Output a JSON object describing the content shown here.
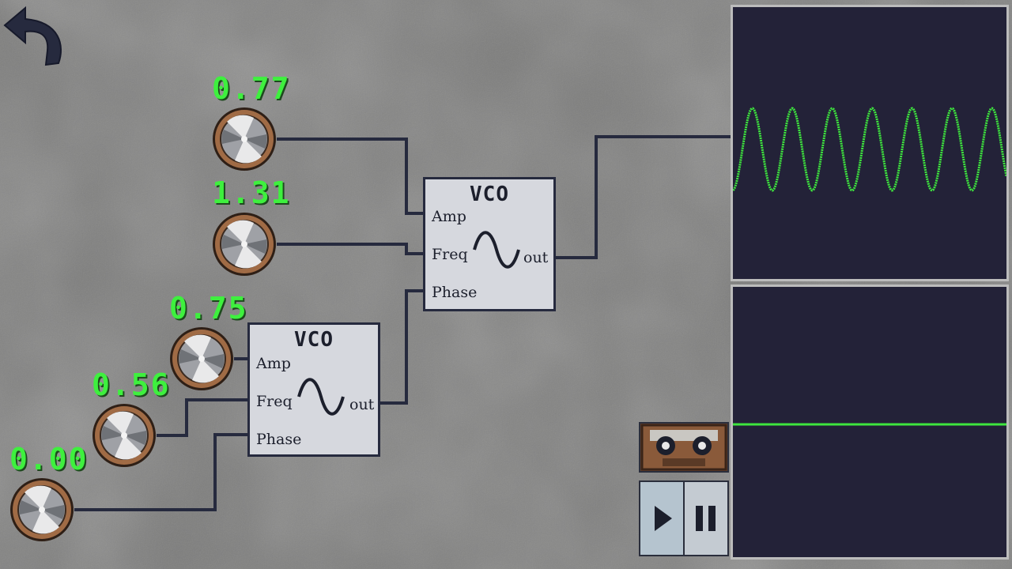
{
  "back_button": {
    "icon": "undo-arrow-icon"
  },
  "knobs": [
    {
      "id": "knob-1",
      "value": "0.77"
    },
    {
      "id": "knob-2",
      "value": "1.31"
    },
    {
      "id": "knob-3",
      "value": "0.75"
    },
    {
      "id": "knob-4",
      "value": "0.56"
    },
    {
      "id": "knob-5",
      "value": "0.00"
    }
  ],
  "modules": [
    {
      "title": "VCO",
      "ports": {
        "amp": "Amp",
        "freq": "Freq",
        "phase": "Phase",
        "out": "out"
      }
    },
    {
      "title": "VCO",
      "ports": {
        "amp": "Amp",
        "freq": "Freq",
        "phase": "Phase",
        "out": "out"
      }
    }
  ],
  "controls": {
    "record": {
      "icon": "cassette-tape-icon"
    },
    "play": {
      "icon": "play-icon"
    },
    "pause": {
      "icon": "pause-icon"
    }
  },
  "colors": {
    "background": "#7a7a79",
    "knob_value": "#3ef03e",
    "wire": "#262a3e",
    "scope_bg": "#232238",
    "scope_trace": "#3ee63e",
    "module_bg": "#d6d8de"
  }
}
